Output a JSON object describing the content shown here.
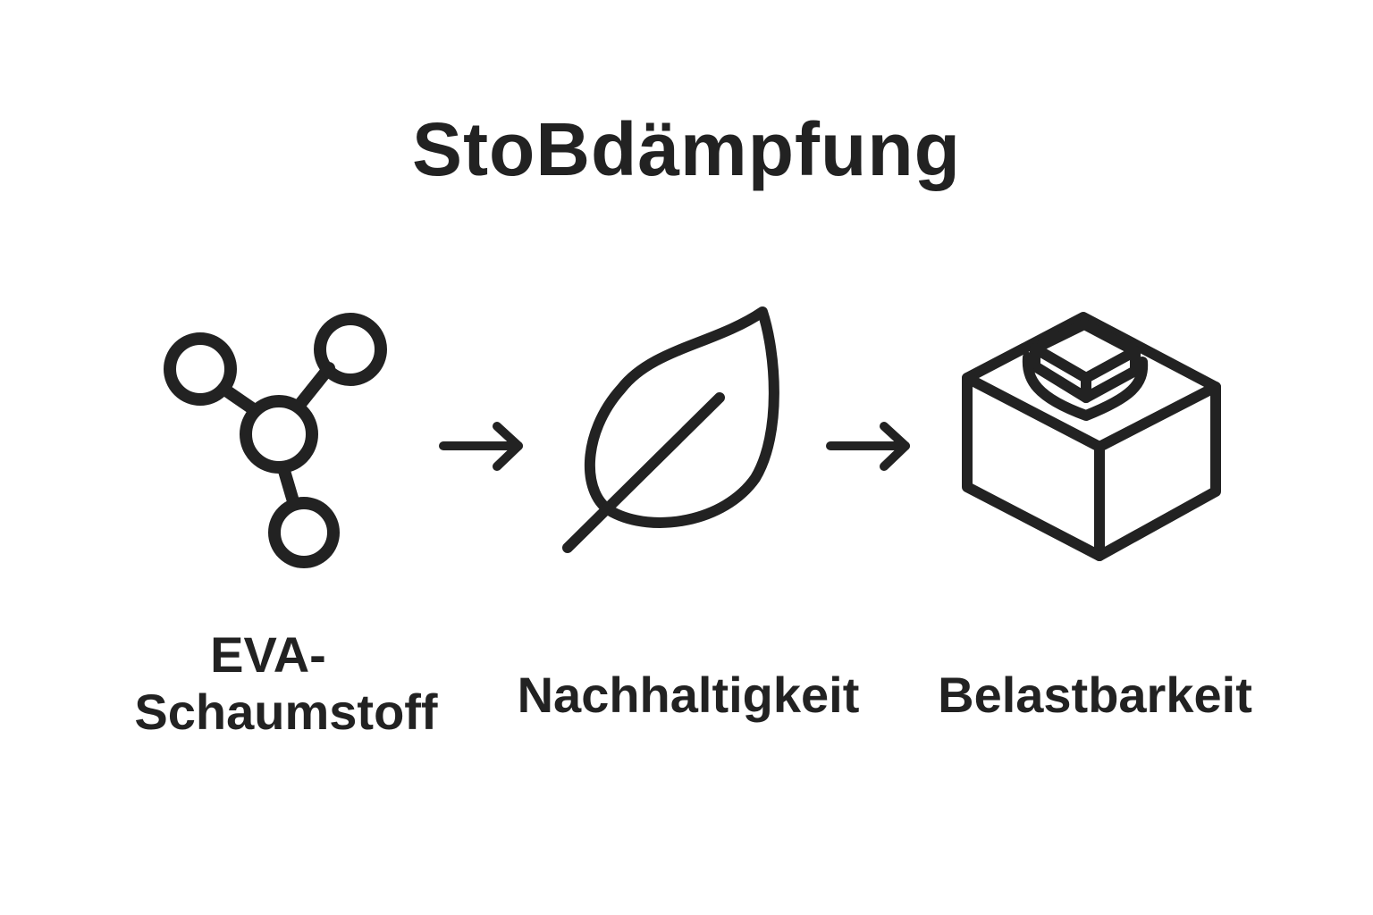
{
  "title": "StoBdämpfung",
  "steps": [
    {
      "icon": "molecule-icon",
      "label_line1": "EVA-",
      "label_line2": "Schaumstoff"
    },
    {
      "icon": "leaf-icon",
      "label": "Nachhaltigkeit"
    },
    {
      "icon": "box-icon",
      "label": "Belastbarkeit"
    }
  ],
  "arrows": [
    "arrow-right-icon",
    "arrow-right-icon"
  ],
  "colors": {
    "stroke": "#222222",
    "background": "#ffffff"
  }
}
